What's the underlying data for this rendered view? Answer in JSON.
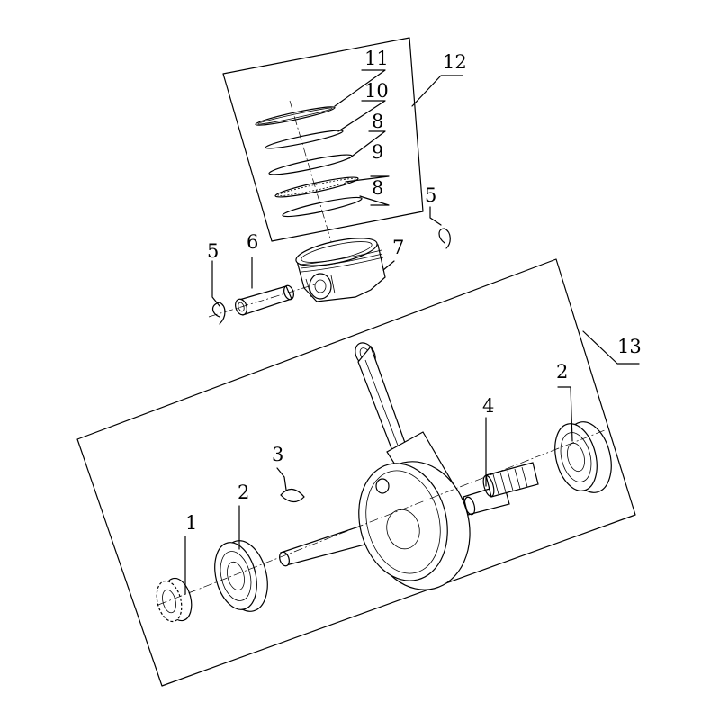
{
  "callouts": [
    {
      "id": "c1",
      "text": "1"
    },
    {
      "id": "c2a",
      "text": "2"
    },
    {
      "id": "c2b",
      "text": "2"
    },
    {
      "id": "c3",
      "text": "3"
    },
    {
      "id": "c4",
      "text": "4"
    },
    {
      "id": "c5a",
      "text": "5"
    },
    {
      "id": "c5b",
      "text": "5"
    },
    {
      "id": "c6",
      "text": "6"
    },
    {
      "id": "c7",
      "text": "7"
    },
    {
      "id": "c8a",
      "text": "8"
    },
    {
      "id": "c8b",
      "text": "8"
    },
    {
      "id": "c9",
      "text": "9"
    },
    {
      "id": "c10",
      "text": "10"
    },
    {
      "id": "c11",
      "text": "11"
    },
    {
      "id": "c12",
      "text": "12"
    },
    {
      "id": "c13",
      "text": "13"
    }
  ],
  "colors": {
    "line": "#000000",
    "background": "#ffffff"
  }
}
